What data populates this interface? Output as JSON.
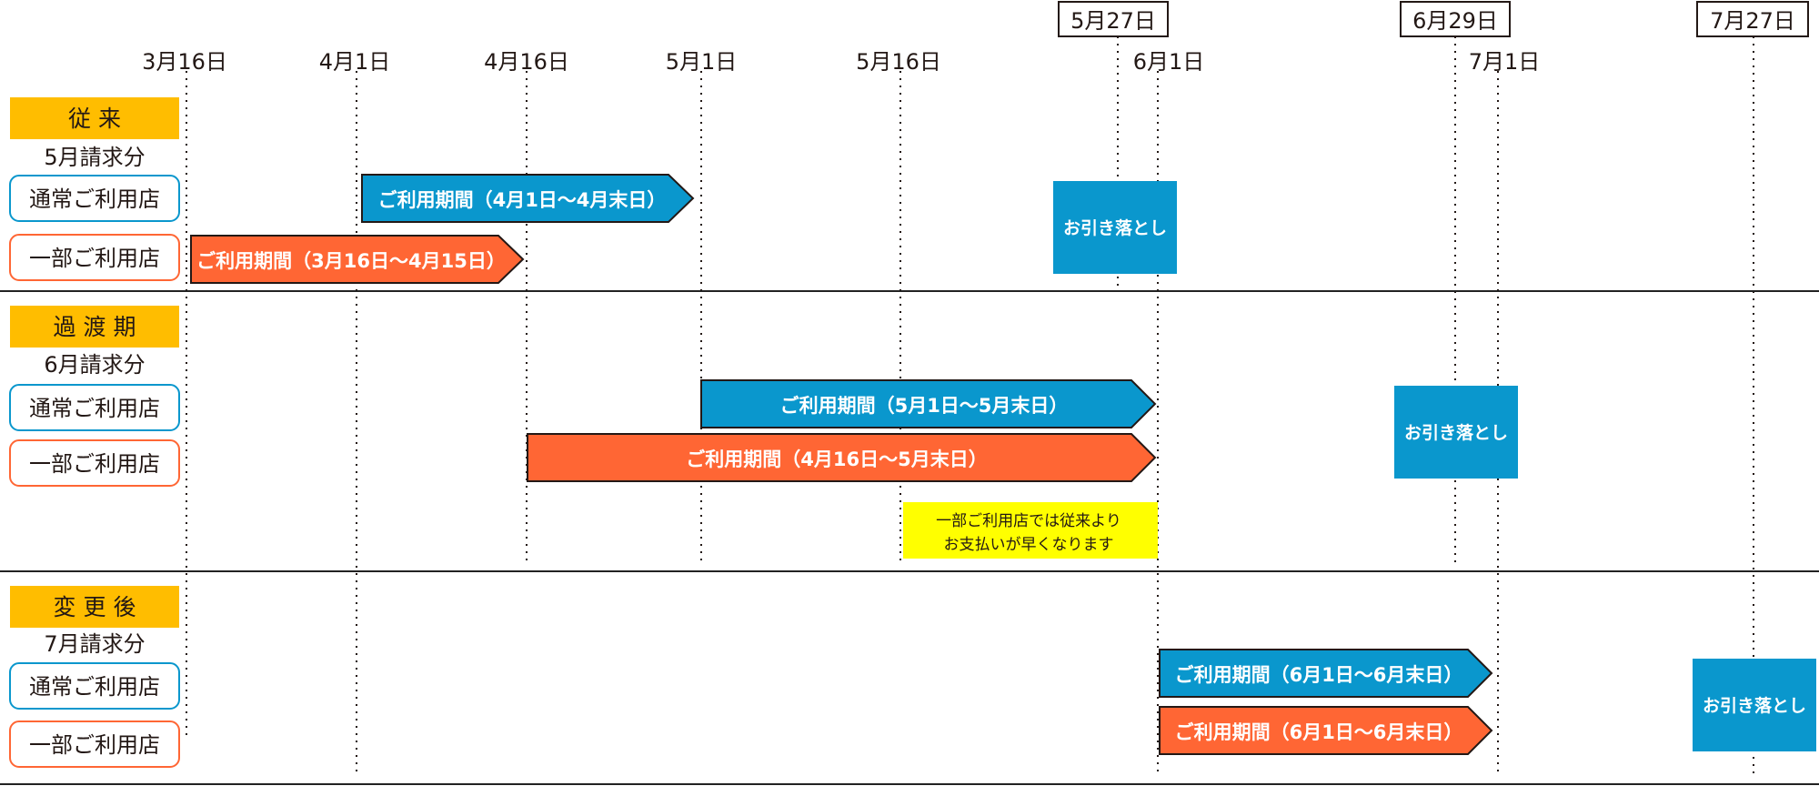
{
  "colors": {
    "blue": "#0a97cd",
    "orange": "#ff6634",
    "yellow_tag": "#ffbd00",
    "highlight": "#ffff00",
    "text": "#231815",
    "divider": "#222222"
  },
  "timeline": {
    "ticks": [
      "3月16日",
      "4月1日",
      "4月16日",
      "5月1日",
      "5月16日",
      "6月1日",
      "7月1日"
    ],
    "boxed_dates": [
      "5月27日",
      "6月29日",
      "7月27日"
    ]
  },
  "sections": [
    {
      "tag": "従 来",
      "billing": "5月請求分",
      "normal_store": "通常ご利用店",
      "partial_store": "一部ご利用店",
      "normal_period": "ご利用期間（4月1日～4月末日）",
      "partial_period": "ご利用期間（3月16日～4月15日）",
      "debit": "お引き落とし"
    },
    {
      "tag": "過 渡 期",
      "billing": "6月請求分",
      "normal_store": "通常ご利用店",
      "partial_store": "一部ご利用店",
      "normal_period": "ご利用期間（5月1日～5月末日）",
      "partial_period": "ご利用期間（4月16日～5月末日）",
      "debit": "お引き落とし",
      "note_line1": "一部ご利用店では従来より",
      "note_line2": "お支払いが早くなります"
    },
    {
      "tag": "変 更 後",
      "billing": "7月請求分",
      "normal_store": "通常ご利用店",
      "partial_store": "一部ご利用店",
      "normal_period": "ご利用期間（6月1日～6月末日）",
      "partial_period": "ご利用期間（6月1日～6月末日）",
      "debit": "お引き落とし"
    }
  ]
}
